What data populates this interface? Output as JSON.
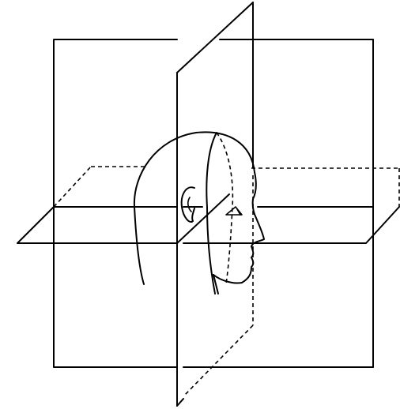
{
  "diagram": {
    "elements": [
      "coronal-plane",
      "sagittal-plane",
      "transverse-plane",
      "head-profile"
    ],
    "colors": {
      "background": "#ffffff",
      "stroke": "#000000"
    }
  }
}
